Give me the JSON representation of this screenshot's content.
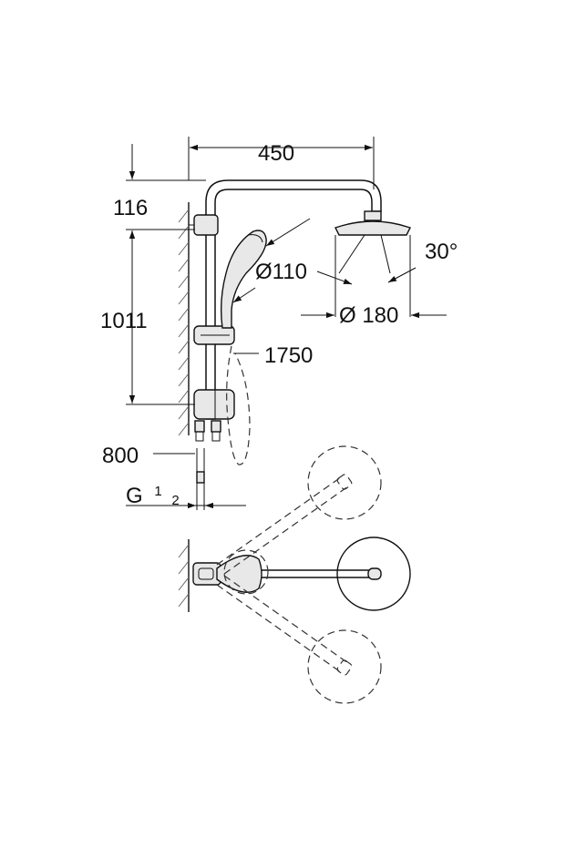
{
  "dimensions": {
    "width_arm": "450",
    "top_offset": "116",
    "bar_length": "1011",
    "handshower_diameter": "Ø110",
    "head_diameter": "Ø 180",
    "head_angle": "30°",
    "hose_length": "1750",
    "inlet_height": "800",
    "thread_main": "G",
    "thread_num": "1",
    "thread_den": "2"
  }
}
